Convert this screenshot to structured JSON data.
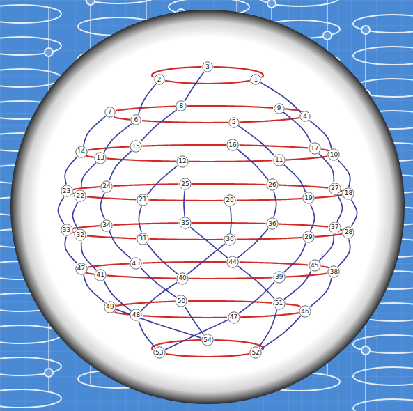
{
  "diagram": {
    "nodes": [
      {
        "text": [
          "1"
        ]
      },
      {
        "text": [
          "2"
        ]
      },
      {
        "text": [
          "3"
        ]
      },
      {
        "text": [
          "4"
        ]
      },
      {
        "text": [
          "5"
        ]
      },
      {
        "text": [
          "6"
        ]
      },
      {
        "text": [
          "7"
        ]
      },
      {
        "text": [
          "8"
        ]
      },
      {
        "text": [
          "9"
        ]
      },
      {
        "text": [
          "10"
        ]
      },
      {
        "text": [
          "11"
        ]
      },
      {
        "text": [
          "12"
        ]
      },
      {
        "text": [
          "13"
        ]
      },
      {
        "text": [
          "14"
        ]
      },
      {
        "text": [
          "15"
        ]
      },
      {
        "text": [
          "16"
        ]
      },
      {
        "text": [
          "17"
        ]
      },
      {
        "text": [
          "18"
        ]
      },
      {
        "text": [
          "19"
        ]
      },
      {
        "text": [
          "20"
        ]
      },
      {
        "text": [
          "21"
        ]
      },
      {
        "text": [
          "22"
        ]
      },
      {
        "text": [
          "23"
        ]
      },
      {
        "text": [
          "24"
        ]
      },
      {
        "text": [
          "25"
        ]
      },
      {
        "text": [
          "26"
        ]
      },
      {
        "text": [
          "27"
        ]
      },
      {
        "text": [
          "28"
        ]
      },
      {
        "text": [
          "29"
        ]
      },
      {
        "text": [
          "30"
        ]
      },
      {
        "text": [
          "31"
        ]
      },
      {
        "text": [
          "32"
        ]
      },
      {
        "text": [
          "33"
        ]
      },
      {
        "text": [
          "34"
        ]
      },
      {
        "text": [
          "35"
        ]
      },
      {
        "text": [
          "36"
        ]
      },
      {
        "text": [
          "37"
        ]
      },
      {
        "text": [
          "38"
        ]
      },
      {
        "text": [
          "39"
        ]
      },
      {
        "text": [
          "40"
        ]
      },
      {
        "text": [
          "41"
        ]
      },
      {
        "text": [
          "42"
        ]
      },
      {
        "text": [
          "43"
        ]
      },
      {
        "text": [
          "44"
        ]
      },
      {
        "text": [
          "45"
        ]
      },
      {
        "text": [
          "46"
        ]
      },
      {
        "text": [
          "47"
        ]
      },
      {
        "text": [
          "48"
        ]
      },
      {
        "text": [
          "49"
        ]
      },
      {
        "text": [
          "50"
        ]
      },
      {
        "text": [
          "51"
        ]
      },
      {
        "text": [
          "52"
        ]
      },
      {
        "text": [
          "53"
        ]
      },
      {
        "text": [
          "54"
        ]
      }
    ],
    "edges": [
      {
        "from": 0,
        "to": 1,
        "arrow": "none"
      },
      {
        "from": 1,
        "to": 2,
        "arrow": "none"
      },
      {
        "from": 2,
        "to": 0,
        "arrow": "none"
      },
      {
        "from": 3,
        "to": 4,
        "arrow": "none"
      },
      {
        "from": 4,
        "to": 5,
        "arrow": "none"
      },
      {
        "from": 5,
        "to": 6,
        "arrow": "none"
      },
      {
        "from": 6,
        "to": 7,
        "arrow": "none"
      },
      {
        "from": 7,
        "to": 8,
        "arrow": "none"
      },
      {
        "from": 8,
        "to": 3,
        "arrow": "none"
      },
      {
        "from": 9,
        "to": 10,
        "arrow": "none"
      },
      {
        "from": 10,
        "to": 11,
        "arrow": "none"
      },
      {
        "from": 11,
        "to": 12,
        "arrow": "none"
      },
      {
        "from": 12,
        "to": 13,
        "arrow": "none"
      },
      {
        "from": 13,
        "to": 14,
        "arrow": "none"
      },
      {
        "from": 14,
        "to": 15,
        "arrow": "none"
      },
      {
        "from": 15,
        "to": 16,
        "arrow": "none"
      },
      {
        "from": 16,
        "to": 9,
        "arrow": "none"
      },
      {
        "from": 17,
        "to": 18,
        "arrow": "none"
      },
      {
        "from": 18,
        "to": 19,
        "arrow": "none"
      },
      {
        "from": 19,
        "to": 20,
        "arrow": "none"
      },
      {
        "from": 20,
        "to": 21,
        "arrow": "none"
      },
      {
        "from": 21,
        "to": 22,
        "arrow": "none"
      },
      {
        "from": 22,
        "to": 23,
        "arrow": "none"
      },
      {
        "from": 23,
        "to": 24,
        "arrow": "none"
      },
      {
        "from": 24,
        "to": 25,
        "arrow": "none"
      },
      {
        "from": 25,
        "to": 26,
        "arrow": "none"
      },
      {
        "from": 26,
        "to": 17,
        "arrow": "none"
      },
      {
        "from": 27,
        "to": 28,
        "arrow": "none"
      },
      {
        "from": 28,
        "to": 29,
        "arrow": "none"
      },
      {
        "from": 29,
        "to": 30,
        "arrow": "none"
      },
      {
        "from": 30,
        "to": 31,
        "arrow": "none"
      },
      {
        "from": 31,
        "to": 32,
        "arrow": "none"
      },
      {
        "from": 32,
        "to": 33,
        "arrow": "none"
      },
      {
        "from": 33,
        "to": 34,
        "arrow": "none"
      },
      {
        "from": 34,
        "to": 35,
        "arrow": "none"
      },
      {
        "from": 35,
        "to": 36,
        "arrow": "none"
      },
      {
        "from": 36,
        "to": 27,
        "arrow": "none"
      },
      {
        "from": 37,
        "to": 38,
        "arrow": "none"
      },
      {
        "from": 38,
        "to": 39,
        "arrow": "none"
      },
      {
        "from": 39,
        "to": 40,
        "arrow": "none"
      },
      {
        "from": 40,
        "to": 41,
        "arrow": "none"
      },
      {
        "from": 41,
        "to": 42,
        "arrow": "none"
      },
      {
        "from": 42,
        "to": 43,
        "arrow": "none"
      },
      {
        "from": 43,
        "to": 44,
        "arrow": "none"
      },
      {
        "from": 44,
        "to": 37,
        "arrow": "none"
      },
      {
        "from": 45,
        "to": 46,
        "arrow": "none"
      },
      {
        "from": 46,
        "to": 47,
        "arrow": "none"
      },
      {
        "from": 47,
        "to": 48,
        "arrow": "none"
      },
      {
        "from": 48,
        "to": 49,
        "arrow": "none"
      },
      {
        "from": 49,
        "to": 50,
        "arrow": "none"
      },
      {
        "from": 50,
        "to": 45,
        "arrow": "none"
      },
      {
        "from": 51,
        "to": 52,
        "arrow": "none"
      },
      {
        "from": 52,
        "to": 53,
        "arrow": "none"
      },
      {
        "from": 53,
        "to": 51,
        "arrow": "none"
      },
      {
        "from": 0,
        "to": 3,
        "arrow": "none"
      },
      {
        "from": 1,
        "to": 5,
        "arrow": "none"
      },
      {
        "from": 2,
        "to": 7,
        "arrow": "none"
      },
      {
        "from": 3,
        "to": 9,
        "arrow": "none"
      },
      {
        "from": 4,
        "to": 10,
        "arrow": "none"
      },
      {
        "from": 5,
        "to": 12,
        "arrow": "none"
      },
      {
        "from": 6,
        "to": 13,
        "arrow": "none"
      },
      {
        "from": 7,
        "to": 14,
        "arrow": "none"
      },
      {
        "from": 8,
        "to": 16,
        "arrow": "none"
      },
      {
        "from": 9,
        "to": 17,
        "arrow": "none"
      },
      {
        "from": 10,
        "to": 18,
        "arrow": "none"
      },
      {
        "from": 11,
        "to": 20,
        "arrow": "none"
      },
      {
        "from": 12,
        "to": 21,
        "arrow": "none"
      },
      {
        "from": 13,
        "to": 22,
        "arrow": "none"
      },
      {
        "from": 14,
        "to": 23,
        "arrow": "none"
      },
      {
        "from": 15,
        "to": 25,
        "arrow": "none"
      },
      {
        "from": 16,
        "to": 26,
        "arrow": "none"
      },
      {
        "from": 17,
        "to": 27,
        "arrow": "none"
      },
      {
        "from": 18,
        "to": 28,
        "arrow": "none"
      },
      {
        "from": 19,
        "to": 29,
        "arrow": "none"
      },
      {
        "from": 20,
        "to": 30,
        "arrow": "none"
      },
      {
        "from": 21,
        "to": 31,
        "arrow": "none"
      },
      {
        "from": 22,
        "to": 32,
        "arrow": "none"
      },
      {
        "from": 23,
        "to": 33,
        "arrow": "none"
      },
      {
        "from": 24,
        "to": 34,
        "arrow": "none"
      },
      {
        "from": 25,
        "to": 35,
        "arrow": "none"
      },
      {
        "from": 26,
        "to": 36,
        "arrow": "none"
      },
      {
        "from": 27,
        "to": 37,
        "arrow": "none"
      },
      {
        "from": 28,
        "to": 38,
        "arrow": "none"
      },
      {
        "from": 29,
        "to": 39,
        "arrow": "none"
      },
      {
        "from": 30,
        "to": 39,
        "arrow": "none"
      },
      {
        "from": 31,
        "to": 40,
        "arrow": "none"
      },
      {
        "from": 32,
        "to": 41,
        "arrow": "none"
      },
      {
        "from": 33,
        "to": 42,
        "arrow": "none"
      },
      {
        "from": 34,
        "to": 43,
        "arrow": "none"
      },
      {
        "from": 35,
        "to": 43,
        "arrow": "none"
      },
      {
        "from": 36,
        "to": 44,
        "arrow": "none"
      },
      {
        "from": 37,
        "to": 45,
        "arrow": "none"
      },
      {
        "from": 38,
        "to": 46,
        "arrow": "none"
      },
      {
        "from": 39,
        "to": 47,
        "arrow": "none"
      },
      {
        "from": 40,
        "to": 47,
        "arrow": "none"
      },
      {
        "from": 41,
        "to": 48,
        "arrow": "none"
      },
      {
        "from": 42,
        "to": 49,
        "arrow": "none"
      },
      {
        "from": 43,
        "to": 50,
        "arrow": "none"
      },
      {
        "from": 44,
        "to": 50,
        "arrow": "none"
      },
      {
        "from": 45,
        "to": 51,
        "arrow": "none"
      },
      {
        "from": 46,
        "to": 52,
        "arrow": "none"
      },
      {
        "from": 47,
        "to": 52,
        "arrow": "none"
      },
      {
        "from": 48,
        "to": 53,
        "arrow": "none"
      },
      {
        "from": 49,
        "to": 53,
        "arrow": "none"
      },
      {
        "from": 50,
        "to": 51,
        "arrow": "none"
      }
    ]
  }
}
